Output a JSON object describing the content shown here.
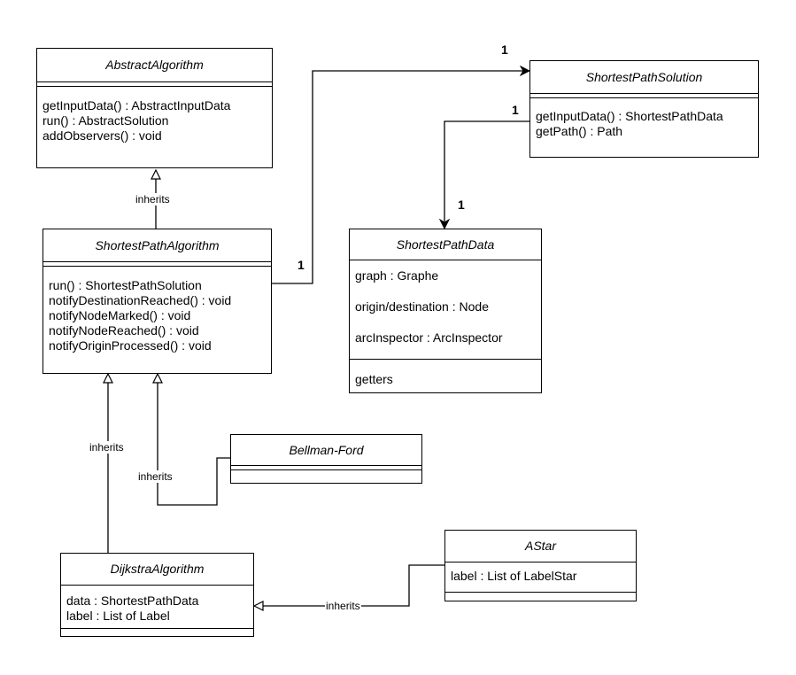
{
  "classes": {
    "abstract_algorithm": {
      "name": "AbstractAlgorithm",
      "methods": [
        "getInputData() : AbstractInputData",
        "run() : AbstractSolution",
        "addObservers() : void"
      ]
    },
    "shortest_path_solution": {
      "name": "ShortestPathSolution",
      "methods": [
        "getInputData() : ShortestPathData",
        "getPath() : Path"
      ]
    },
    "shortest_path_algorithm": {
      "name": "ShortestPathAlgorithm",
      "methods": [
        "run() : ShortestPathSolution",
        "notifyDestinationReached() : void",
        "notifyNodeMarked() : void",
        "notifyNodeReached() : void",
        "notifyOriginProcessed() : void"
      ]
    },
    "shortest_path_data": {
      "name": "ShortestPathData",
      "attributes": [
        "graph : Graphe",
        "origin/destination : Node",
        "arcInspector : ArcInspector"
      ],
      "methods": [
        "getters"
      ]
    },
    "bellman_ford": {
      "name": "Bellman-Ford"
    },
    "dijkstra_algorithm": {
      "name": "DijkstraAlgorithm",
      "attributes": [
        "data : ShortestPathData",
        "label : List of Label"
      ]
    },
    "astar": {
      "name": "AStar",
      "attributes": [
        "label : List of LabelStar"
      ]
    }
  },
  "relations": {
    "inherits_label": "inherits",
    "multiplicity": "1"
  }
}
